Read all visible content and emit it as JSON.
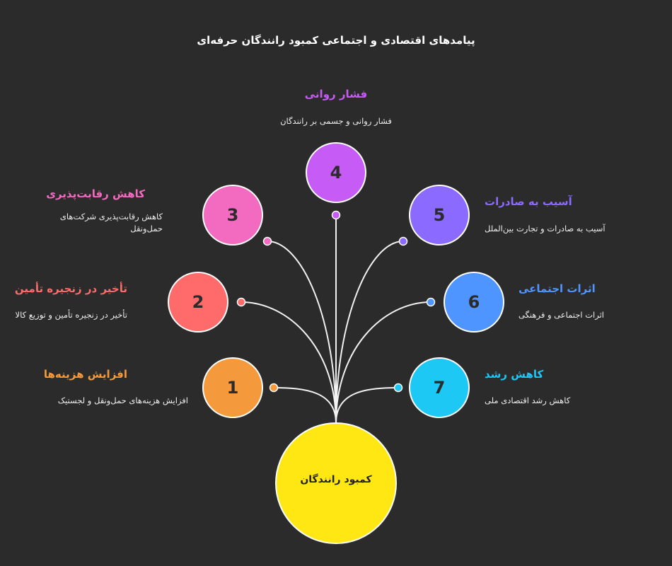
{
  "title": "پیامدهای اقتصادی و اجتماعی کمبود رانندگان حرفه‌ای",
  "center": {
    "label": "کمبود رانندگان",
    "color": "#FFE713"
  },
  "items": [
    {
      "num": "1",
      "title": "افزایش هزینه‌ها",
      "desc": "افزایش هزینه‌های حمل‌ونقل و لجستیک",
      "color": "#F59A3C"
    },
    {
      "num": "2",
      "title": "تأخیر در زنجیره تأمین",
      "desc": "تأخیر در زنجیره تأمین و توزیع کالا",
      "color": "#FF6B6B"
    },
    {
      "num": "3",
      "title": "کاهش رقابت‌پذیری",
      "desc": "کاهش رقابت‌پذیری شرکت‌های حمل‌ونقل",
      "color": "#F26BC0"
    },
    {
      "num": "4",
      "title": "فشار روانی",
      "desc": "فشار روانی و جسمی بر رانندگان",
      "color": "#C65BF5"
    },
    {
      "num": "5",
      "title": "آسیب به صادرات",
      "desc": "آسیب به صادرات و تجارت بین‌الملل",
      "color": "#8B6BFF"
    },
    {
      "num": "6",
      "title": "اثرات اجتماعی",
      "desc": "اثرات اجتماعی و فرهنگی",
      "color": "#4F95FF"
    },
    {
      "num": "7",
      "title": "کاهش رشد",
      "desc": "کاهش رشد اقتصادی ملی",
      "color": "#1EC8F5"
    }
  ]
}
